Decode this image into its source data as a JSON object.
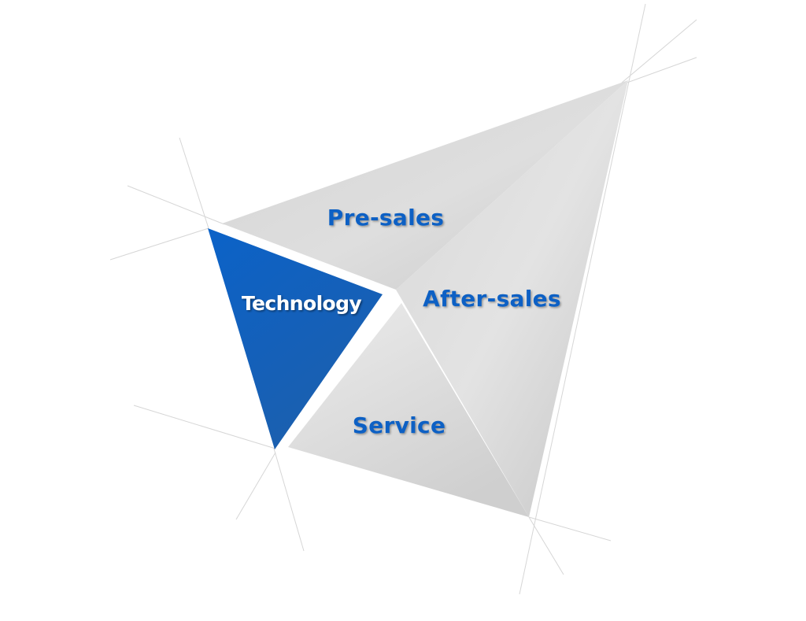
{
  "diagram": {
    "segments": [
      {
        "id": "pre-sales",
        "label": "Pre-sales"
      },
      {
        "id": "technology",
        "label": "Technology"
      },
      {
        "id": "after-sales",
        "label": "After-sales"
      },
      {
        "id": "service",
        "label": "Service"
      }
    ],
    "colors": {
      "accent": "#0a60c4",
      "segment_fill_light": "#e6e6e6",
      "segment_fill_dark": "#c8c8c8",
      "highlight_text": "#ffffff",
      "guide_lines": "#d6d6d6"
    }
  }
}
